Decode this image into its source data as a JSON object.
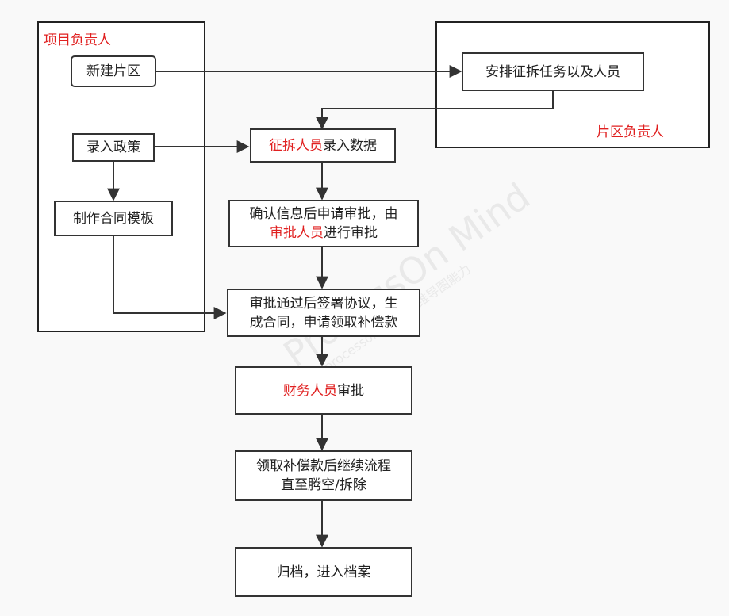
{
  "lanes": {
    "project_lead": "项目负责人",
    "area_lead": "片区负责人"
  },
  "nodes": {
    "new_area": "新建片区",
    "enter_policy": "录入政策",
    "make_template": "制作合同模板",
    "assign_task": "安排征拆任务以及人员",
    "enter_data_red": "征拆人员",
    "enter_data_rest": "录入数据",
    "confirm_line1": "确认信息后申请审批，由",
    "confirm_red": "审批人员",
    "confirm_rest": "进行审批",
    "sign_line1": "审批通过后签署协议，生",
    "sign_line2": "成合同，申请领取补偿款",
    "finance_red": "财务人员",
    "finance_rest": "审批",
    "continue_line1": "领取补偿款后继续流程",
    "continue_line2": "直至腾空/拆除",
    "archive": "归档，进入档案"
  },
  "watermark": {
    "main": "ProcessOn Mind",
    "sub": "www.processon.com 思维导图能力"
  },
  "colors": {
    "highlight": "#e02020",
    "line": "#333333"
  }
}
